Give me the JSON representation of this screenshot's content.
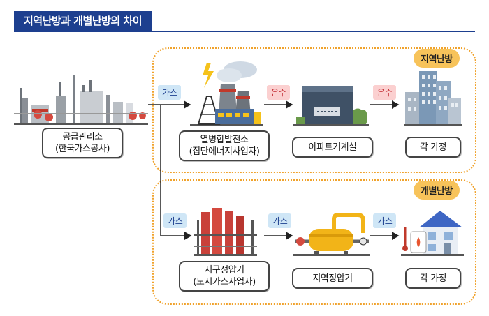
{
  "title": "지역난방과 개별난방의 차이",
  "supplier": {
    "line1": "공급관리소",
    "line2": "(한국가스공사)"
  },
  "district": {
    "label": "지역난방",
    "gas_tag": "가스",
    "plant": {
      "line1": "열병합발전소",
      "line2": "(집단에너지사업자)"
    },
    "hot_water_tag1": "온수",
    "apt_room": "아파트기계실",
    "hot_water_tag2": "온수",
    "home": "각 가정"
  },
  "individual": {
    "label": "개별난방",
    "gas_tag1": "가스",
    "regulator": {
      "line1": "지구정압기",
      "line2": "(도시가스사업자)"
    },
    "gas_tag2": "가스",
    "local_regulator": "지역정압기",
    "gas_tag3": "가스",
    "home": "각 가정"
  },
  "colors": {
    "navy": "#1d3f8f",
    "orange": "#f0a22b",
    "gas_tag": "#cfe6f6",
    "hot_tag": "#fbd0d0"
  }
}
